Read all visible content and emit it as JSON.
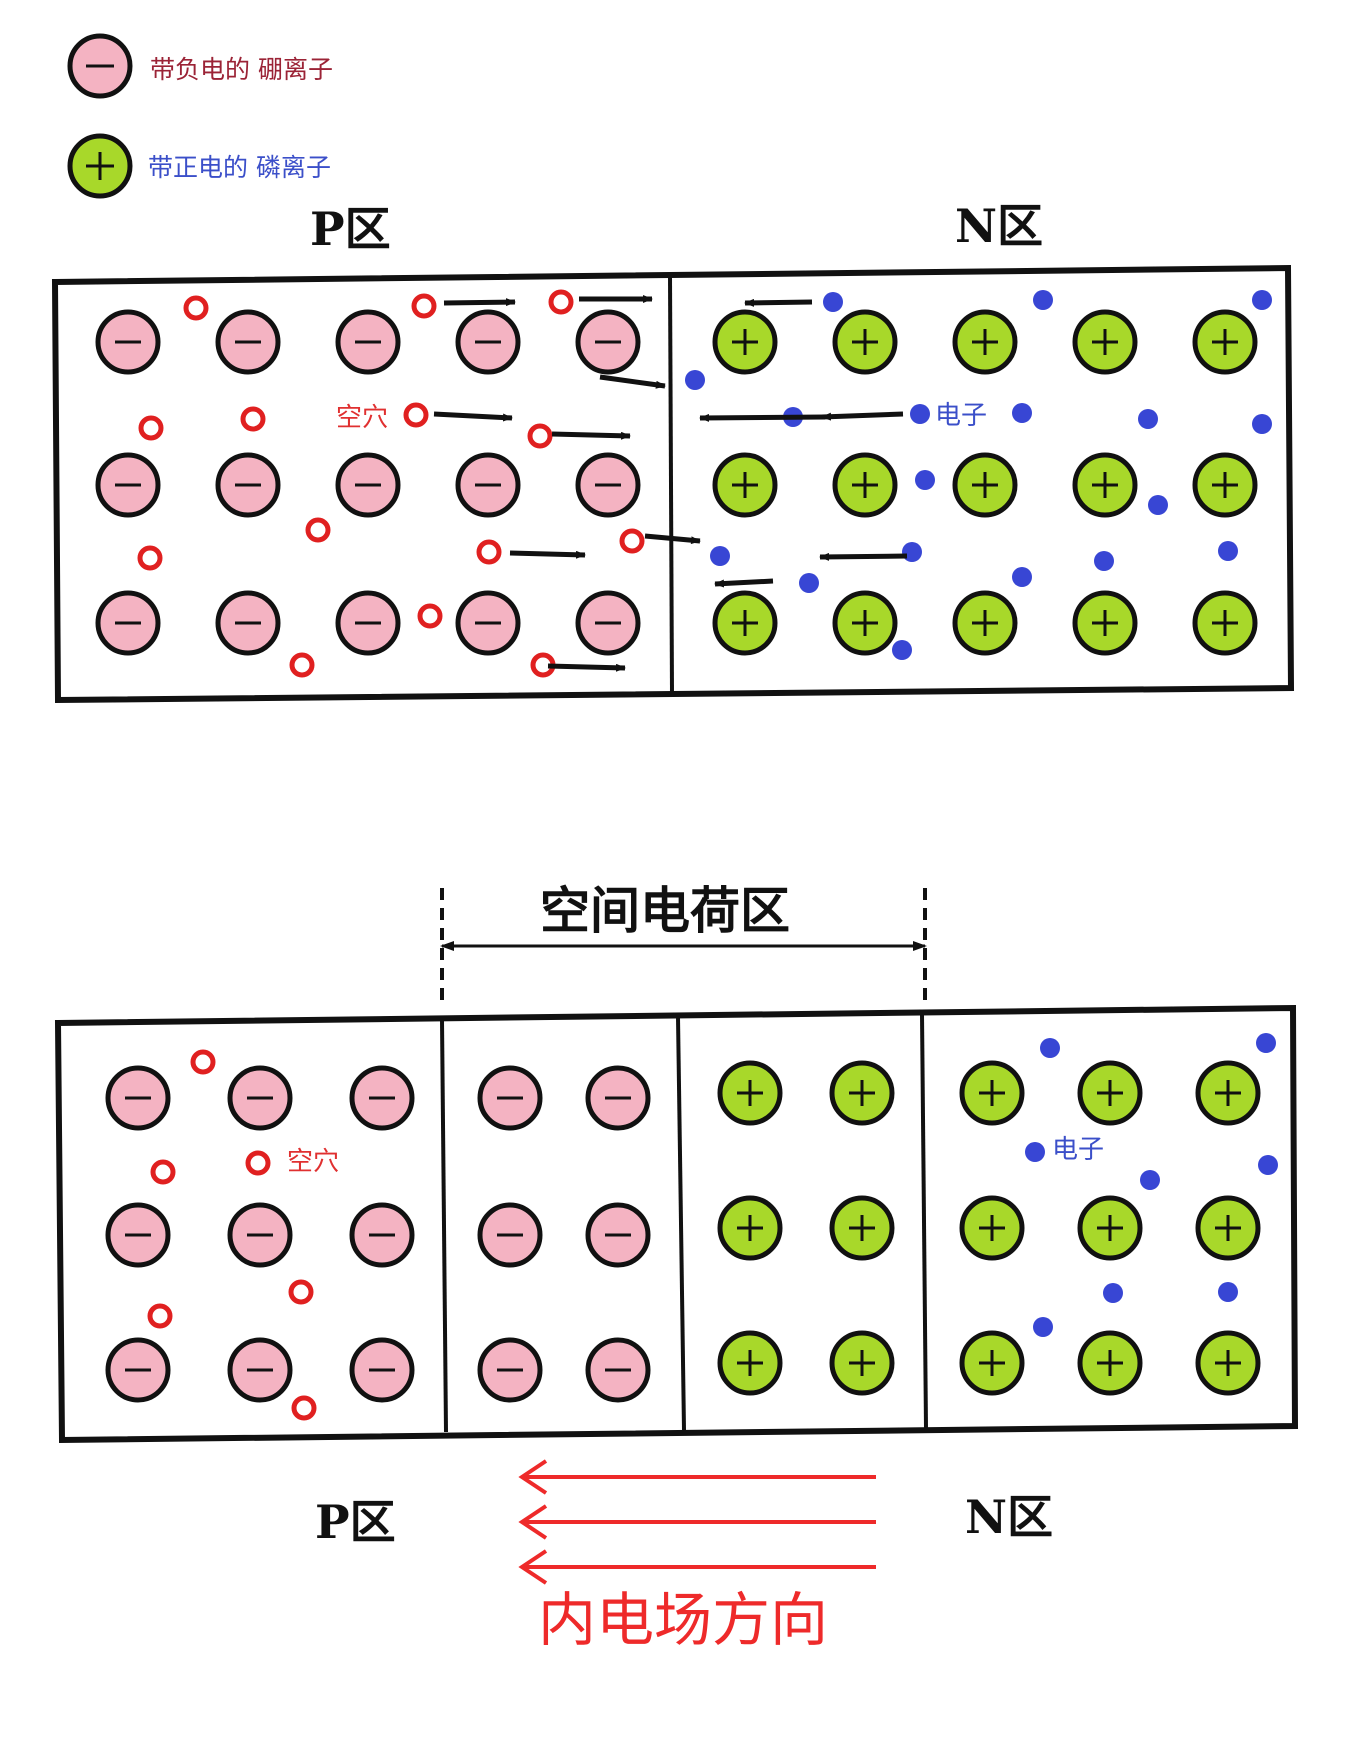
{
  "legend": {
    "negative_ion": "带负电的 硼离子",
    "positive_ion": "带正电的 磷离子"
  },
  "top_diagram": {
    "p_label": "P区",
    "n_label": "N区",
    "hole_label": "空穴",
    "electron_label": "电子"
  },
  "bottom_diagram": {
    "space_charge_label": "空间电荷区",
    "hole_label": "空穴",
    "electron_label": "电子",
    "p_label": "P区",
    "n_label": "N区",
    "field_label": "内电场方向"
  },
  "colors": {
    "negative_ion_fill": "#f4b3c2",
    "positive_ion_fill": "#a8d82a",
    "hole_stroke": "#e02020",
    "electron_fill": "#3846d4",
    "field_arrow": "#ee2a2a",
    "line": "#111111"
  },
  "symbols": {
    "minus": "−",
    "plus": "+"
  }
}
